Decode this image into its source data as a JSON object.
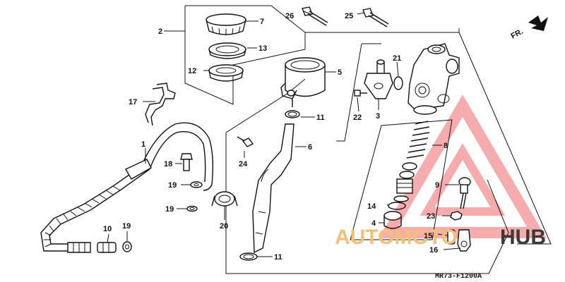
{
  "diagram_code": "MR73-F1200A",
  "front_label": "FR.",
  "watermark": {
    "brand_part1": "AUTOMOTO",
    "brand_part2": "HUB",
    "accent_color": "#f2b36a",
    "logo_color": "#ef6a6a"
  },
  "callouts": {
    "p1": "1",
    "p2": "2",
    "p3": "3",
    "p4": "4",
    "p5": "5",
    "p6": "6",
    "p7": "7",
    "p8": "8",
    "p9": "9",
    "p10": "10",
    "p11a": "11",
    "p11b": "11",
    "p12": "12",
    "p13": "13",
    "p14": "14",
    "p15": "15",
    "p16": "16",
    "p17": "17",
    "p18": "18",
    "p19a": "19",
    "p19b": "19",
    "p19c": "19",
    "p20": "20",
    "p21": "21",
    "p22": "22",
    "p23": "23",
    "p24": "24",
    "p25": "25",
    "p26": "26"
  }
}
